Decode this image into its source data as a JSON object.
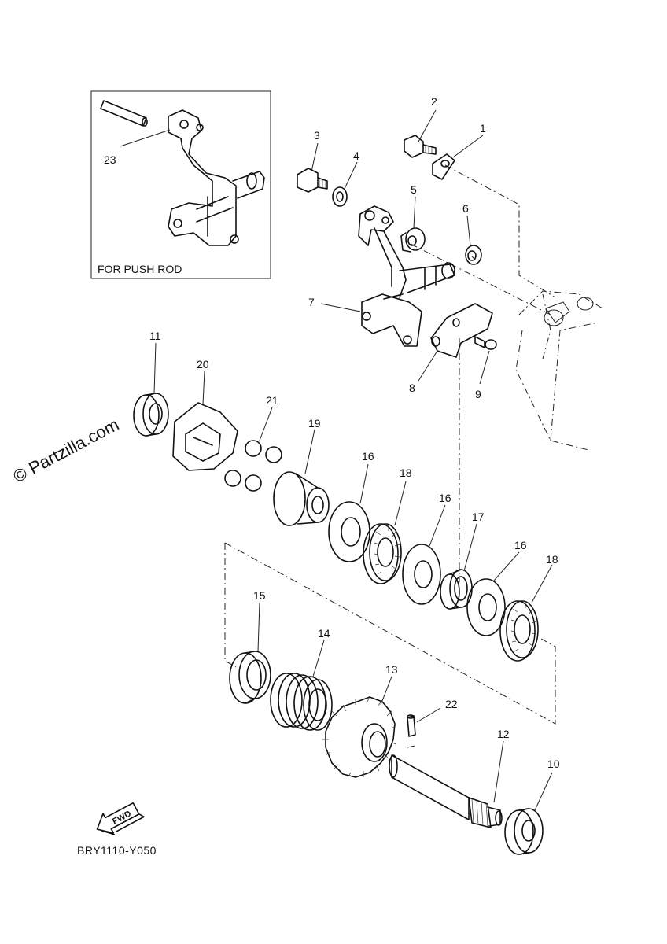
{
  "watermark": "© Partzilla.com",
  "inset": {
    "caption": "FOR PUSH ROD",
    "callout": "23"
  },
  "callouts": {
    "c1": "1",
    "c2": "2",
    "c3": "3",
    "c4": "4",
    "c5": "5",
    "c6": "6",
    "c7": "7",
    "c8": "8",
    "c9": "9",
    "c10": "10",
    "c11": "11",
    "c12": "12",
    "c13": "13",
    "c14": "14",
    "c15": "15",
    "c16a": "16",
    "c16b": "16",
    "c16c": "16",
    "c17": "17",
    "c18a": "18",
    "c18b": "18",
    "c19": "19",
    "c20": "20",
    "c21": "21",
    "c22": "22"
  },
  "direction_arrow": {
    "label": "FWD",
    "icon": "fwd-arrow-icon"
  },
  "diagram_code": "BRY1110-Y050"
}
